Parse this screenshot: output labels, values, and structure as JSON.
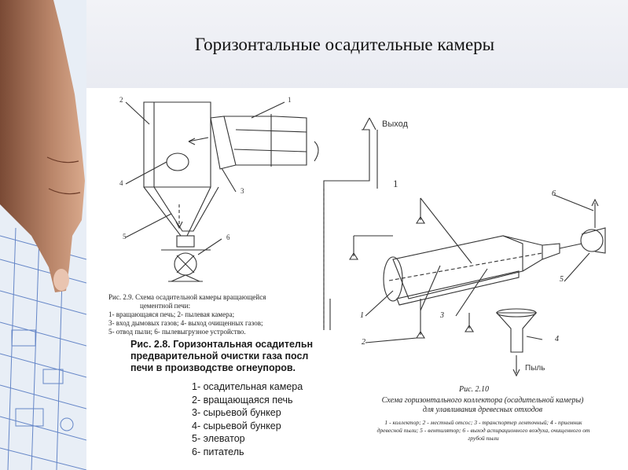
{
  "slide": {
    "title": "Горизонтальные осадительные камеры"
  },
  "figure_left": {
    "labels": [
      "2",
      "1",
      "4",
      "3",
      "5",
      "6"
    ],
    "exit_label": "Выход",
    "small_caption": [
      "Рис. 2.9. Схема осадительной камеры вращающейся",
      "цементной печи:",
      "1- вращающаяся печь; 2- пылевая камера;",
      "3- вход дымовых газов; 4- выход очищенных газов;",
      "5- отвод пыли; 6- пылевыгрузное устройство."
    ],
    "big_caption": [
      "Рис. 2.8. Горизонтальная осадительн",
      "предварительной очистки газа посл",
      "печи в производстве огнеупоров."
    ],
    "legend": [
      "1- осадительная камера",
      "2- вращающаяся печь",
      "3- сырьевой бункер",
      "4- сырьевой бункер",
      "5- элеватор",
      "6- питатель"
    ]
  },
  "figure_right": {
    "number_label": "1",
    "labels": [
      "6",
      "5",
      "1",
      "3",
      "2",
      "4"
    ],
    "dust_label": "Пыль",
    "caption_title": "Рис. 2.10",
    "caption_lines": [
      "Схема горизонтального коллектора (осадительной камеры)",
      "для улавливания древесных отходов"
    ],
    "caption_note": [
      "1 - коллектор; 2 - местный отсос; 3 - транспортер ленточный; 4 - приемник",
      "древесной пыли; 5 - вентилятор; 6 - выход аспирационного воздуха, очищенного от",
      "грубой пыли"
    ]
  }
}
